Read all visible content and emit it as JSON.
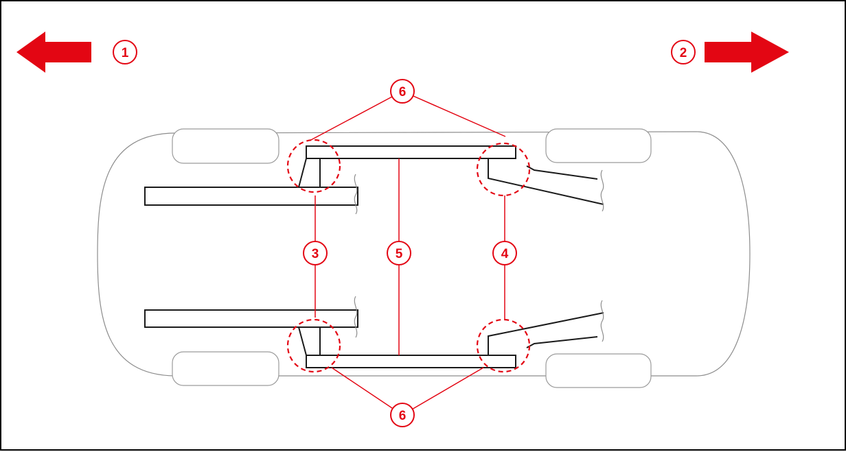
{
  "colors": {
    "accent": "#e30613",
    "outline": "#1a1a1a",
    "body_outline": "#8c8c8c",
    "wheel_outline": "#9a9a9a"
  },
  "arrows": {
    "left": {
      "icon": "arrow-left-icon",
      "callout": "1"
    },
    "right": {
      "icon": "arrow-right-icon",
      "callout": "2"
    }
  },
  "callouts": {
    "c1": "1",
    "c2": "2",
    "c3": "3",
    "c4": "4",
    "c5": "5",
    "c6_top": "6",
    "c6_bottom": "6"
  }
}
